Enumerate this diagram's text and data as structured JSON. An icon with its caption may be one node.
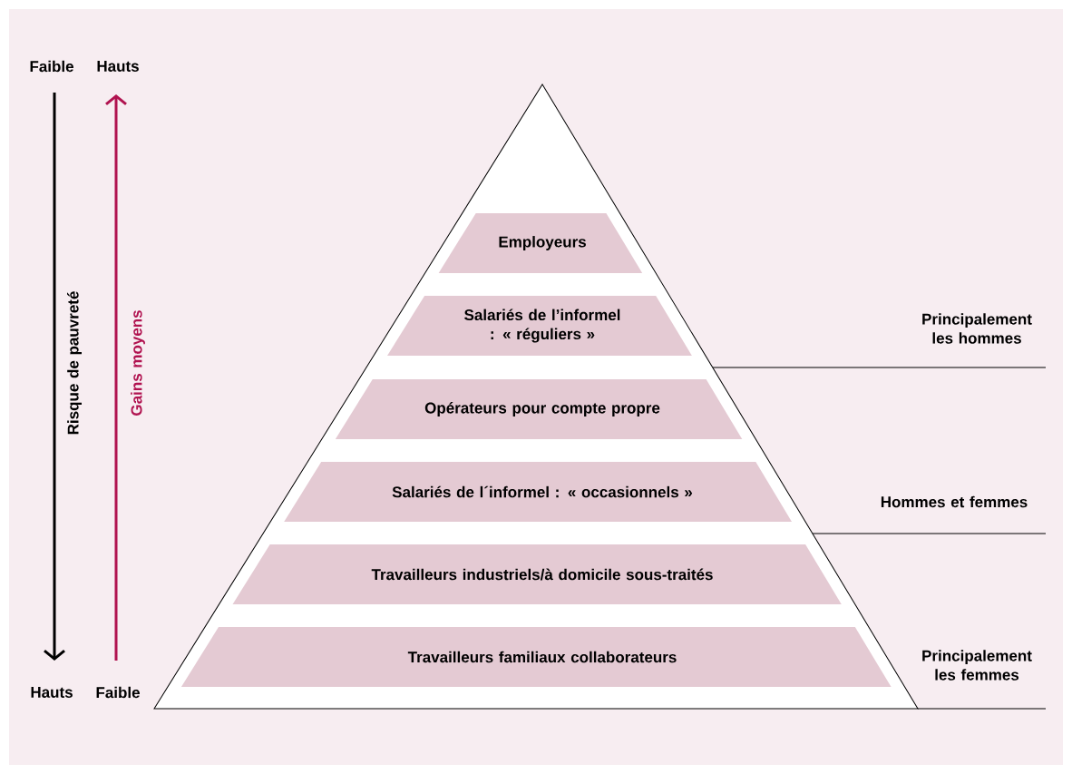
{
  "diagram": {
    "nodes": [
      {
        "text": [],
        "shape": "triangle"
      },
      {
        "text": [
          "Employeurs"
        ],
        "in": 0
      },
      {
        "text": [
          "Salariés de l’informel : « réguliers »"
        ],
        "in": 0
      },
      {
        "text": [
          "Opérateurs pour compte propre"
        ],
        "in": 0
      },
      {
        "text": [
          "Salariés de l´informel : « occasionnels »"
        ],
        "in": 0
      },
      {
        "text": [
          "Travailleurs industriels/à domicile sous-traités"
        ],
        "in": 0
      },
      {
        "text": [
          "Travailleurs familiaux collaborateurs"
        ],
        "in": 0
      }
    ],
    "edges": [],
    "labels": [
      "Faible",
      "Hauts",
      "Risque de pauvreté",
      "Gains moyens",
      "Principalement les hommes",
      "Hommes et femmes",
      "Principalement les femmes",
      "Hauts",
      "Faible"
    ]
  }
}
